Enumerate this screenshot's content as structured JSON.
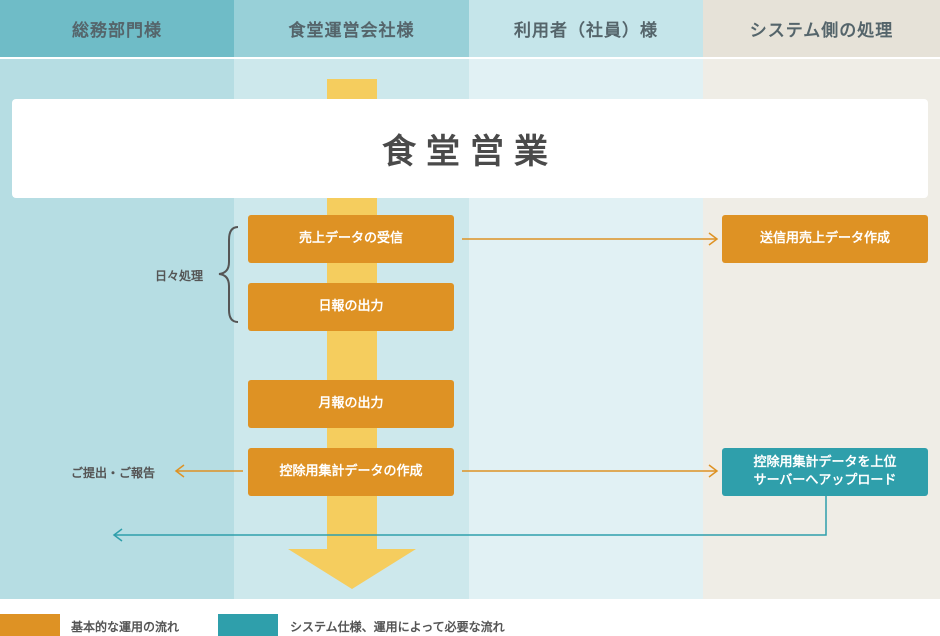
{
  "columns": [
    {
      "label": "総務部門様"
    },
    {
      "label": "食堂運営会社様"
    },
    {
      "label": "利用者（社員）様"
    },
    {
      "label": "システム側の処理"
    }
  ],
  "banner": "食堂営業",
  "steps": {
    "receive": "売上データの受信",
    "daily": "日報の出力",
    "monthly": "月報の出力",
    "deduction": "控除用集計データの作成"
  },
  "system": {
    "send": "送信用売上データ作成",
    "upload_line1": "控除用集計データを上位",
    "upload_line2": "サーバーへアップロード"
  },
  "labels": {
    "daily_processing": "日々処理",
    "submit_report": "ご提出・ご報告"
  },
  "legend": {
    "basic": "基本的な運用の流れ",
    "optional": "システム仕様、運用によって必要な流れ"
  },
  "colors": {
    "basic_flow": "#de9224",
    "optional_flow": "#2f9fab"
  }
}
